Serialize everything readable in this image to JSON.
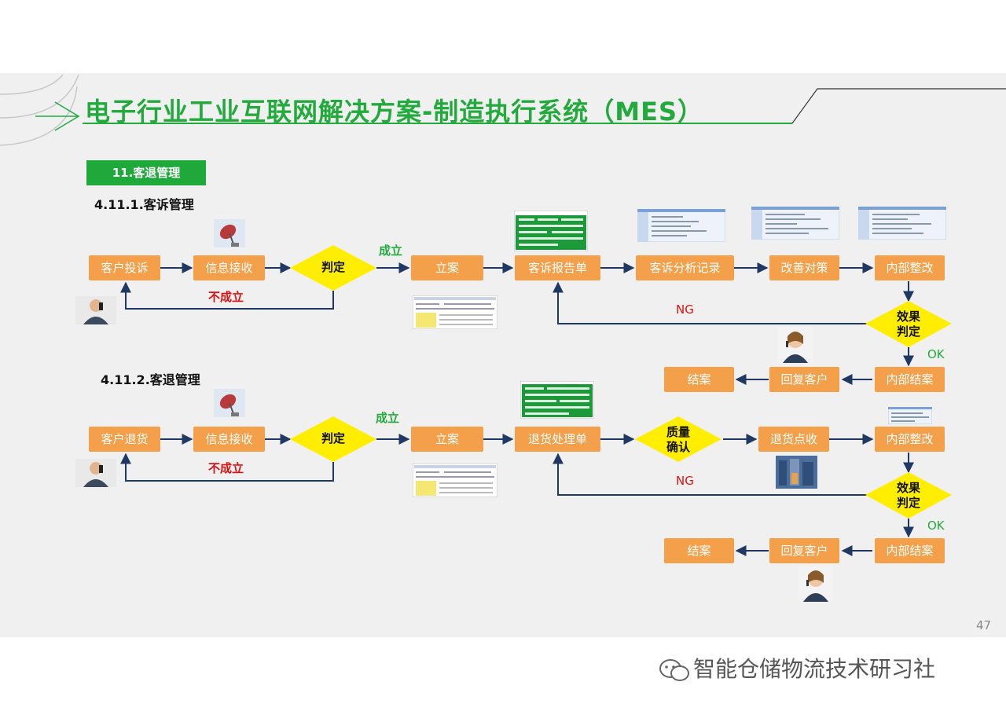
{
  "title": "电子行业工业互联网解决方案-制造执行系统（MES）",
  "section_tag": "11.客退管理",
  "page_number": "47",
  "watermark": "智能仓储物流技术研习社",
  "icons": {
    "satellite": "satellite-dish-icon",
    "customer": "customer-person-icon",
    "service": "service-agent-icon",
    "wechat": "wechat-icon"
  },
  "colors": {
    "accent": "#22aa3c",
    "box": "#f4a04a",
    "diamond": "#ffee00",
    "line": "#1f3864",
    "fail": "#e01010"
  },
  "flow1": {
    "heading": "4.11.1.客诉管理",
    "n_complaint": "客户投诉",
    "n_receive": "信息接收",
    "d_judge": "判定",
    "label_ok": "成立",
    "label_fail": "不成立",
    "n_register": "立案",
    "n_report": "客诉报告单",
    "n_analysis": "客诉分析记录",
    "n_improve": "改善对策",
    "n_rectify": "内部整改",
    "d_effect": "效果判定",
    "label_ng": "NG",
    "label_okk": "OK",
    "n_close_internal": "内部结案",
    "n_reply": "回复客户",
    "n_close": "结案"
  },
  "flow2": {
    "heading": "4.11.2.客退管理",
    "n_return": "客户退货",
    "n_receive": "信息接收",
    "d_judge": "判定",
    "label_ok": "成立",
    "label_fail": "不成立",
    "n_register": "立案",
    "n_handle": "退货处理单",
    "d_quality": "质量确认",
    "n_count": "退货点收",
    "n_rectify": "内部整改",
    "d_effect": "效果判定",
    "label_ng": "NG",
    "label_okk": "OK",
    "n_close_internal": "内部结案",
    "n_reply": "回复客户",
    "n_close": "结案"
  }
}
